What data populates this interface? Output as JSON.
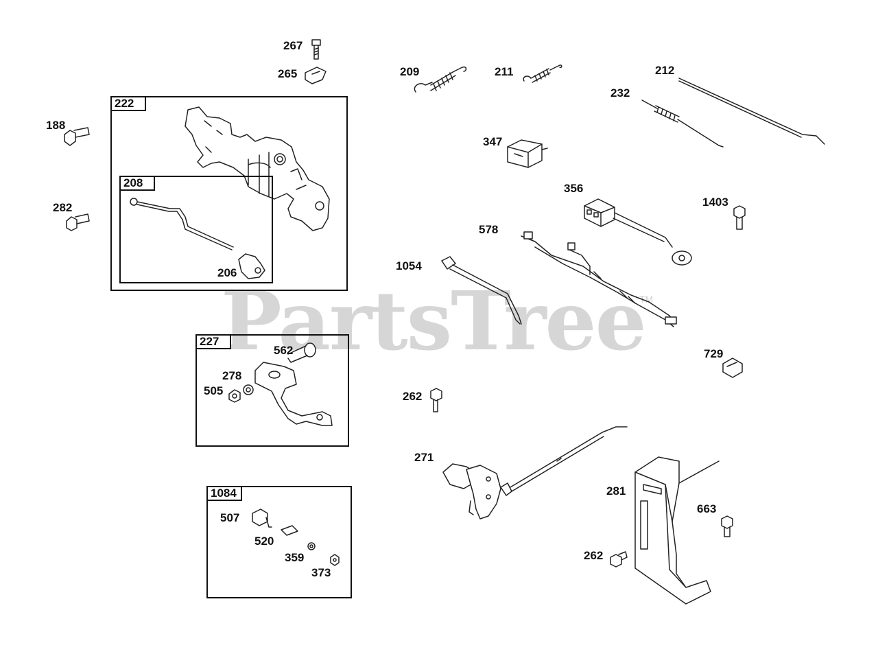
{
  "watermark": {
    "text": "PartsTree",
    "tm": "TM"
  },
  "groups": {
    "g222": "222",
    "g208": "208",
    "g227": "227",
    "g1084": "1084"
  },
  "labels": {
    "p267": "267",
    "p265": "265",
    "p188": "188",
    "p282": "282",
    "p206": "206",
    "p209": "209",
    "p211": "211",
    "p212": "212",
    "p232": "232",
    "p347": "347",
    "p356": "356",
    "p1403": "1403",
    "p578": "578",
    "p1054": "1054",
    "p729": "729",
    "p562": "562",
    "p278": "278",
    "p505": "505",
    "p262a": "262",
    "p271": "271",
    "p281": "281",
    "p663": "663",
    "p262b": "262",
    "p507": "507",
    "p520": "520",
    "p359": "359",
    "p373": "373"
  }
}
